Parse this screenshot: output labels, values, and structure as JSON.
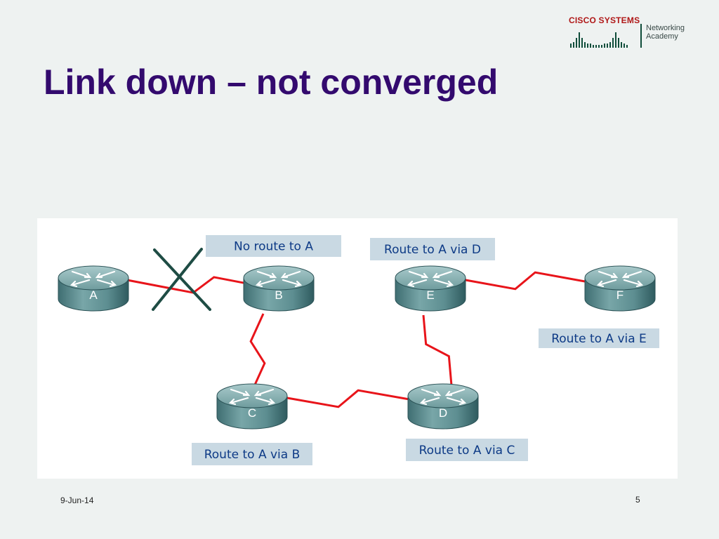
{
  "slide": {
    "title": "Link down – not converged",
    "date": "9-Jun-14",
    "page_number": "5"
  },
  "logo": {
    "brand": "CISCO SYSTEMS",
    "line1": "Networking",
    "line2": "Academy"
  },
  "diagram": {
    "routers": [
      {
        "id": "A",
        "label": "A"
      },
      {
        "id": "B",
        "label": "B"
      },
      {
        "id": "C",
        "label": "C"
      },
      {
        "id": "D",
        "label": "D"
      },
      {
        "id": "E",
        "label": "E"
      },
      {
        "id": "F",
        "label": "F"
      }
    ],
    "links": [
      {
        "from": "A",
        "to": "B",
        "status": "down"
      },
      {
        "from": "B",
        "to": "C",
        "status": "up"
      },
      {
        "from": "C",
        "to": "D",
        "status": "up"
      },
      {
        "from": "D",
        "to": "E",
        "status": "up"
      },
      {
        "from": "E",
        "to": "F",
        "status": "up"
      }
    ],
    "route_labels": [
      {
        "router": "B",
        "text": "No route to A"
      },
      {
        "router": "E",
        "text": "Route to A via D"
      },
      {
        "router": "F",
        "text": "Route to A via E"
      },
      {
        "router": "C",
        "text": "Route to A via B"
      },
      {
        "router": "D",
        "text": "Route to A via C"
      }
    ],
    "colors": {
      "link": "#e8141a",
      "label_bg": "#c9d9e3",
      "label_text": "#0d3a86",
      "router": "#6e9d9f",
      "failure_mark": "#1e4c44"
    }
  }
}
